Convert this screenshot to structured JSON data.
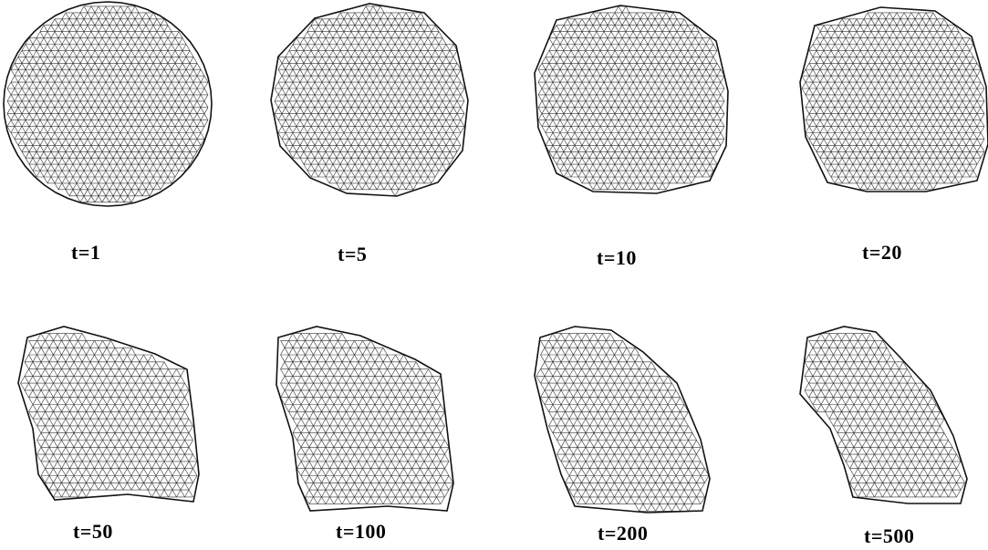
{
  "figure": {
    "panels": [
      {
        "label": "t=1"
      },
      {
        "label": "t=5"
      },
      {
        "label": "t=10"
      },
      {
        "label": "t=20"
      },
      {
        "label": "t=50"
      },
      {
        "label": "t=100"
      },
      {
        "label": "t=200"
      },
      {
        "label": "t=500"
      }
    ]
  },
  "colors": {
    "background": "#ffffff",
    "mesh_line": "#333333",
    "caption_text": "#000000"
  }
}
